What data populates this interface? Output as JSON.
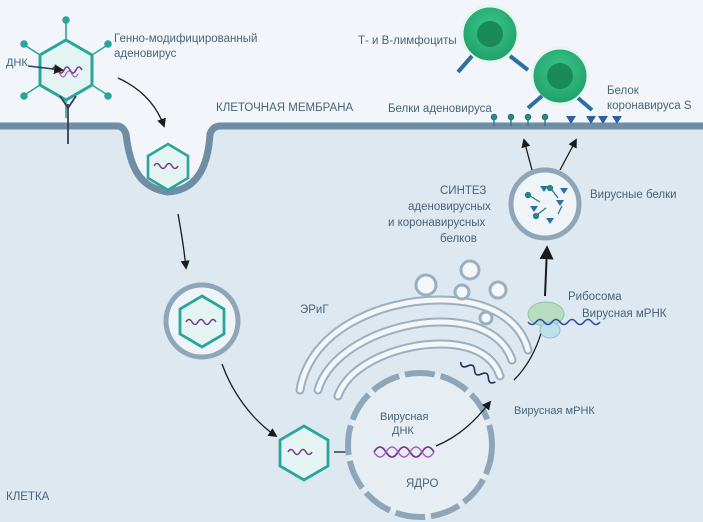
{
  "labels": {
    "adenovirus": [
      "Генно-модифицированный",
      "аденовирус"
    ],
    "dna": "ДНК",
    "lymphocytes": "Т- и В-лимфоциты",
    "membrane": "КЛЕТОЧНАЯ МЕМБРАНА",
    "adeno_proteins": "Белки аденовируса",
    "corona_protein": [
      "Белок",
      "коронавируса S"
    ],
    "synthesis": [
      "СИНТЕЗ",
      "аденовирусных",
      "и коронавирусных",
      "белков"
    ],
    "viral_proteins": "Вирусные белки",
    "er": "ЭРиГ",
    "ribosome": "Рибосома",
    "viral_mrna_1": "Вирусная мРНК",
    "viral_mrna_2": "Вирусная мРНК",
    "viral_dna": [
      "Вирусная",
      "ДНК"
    ],
    "nucleus": "ЯДРО",
    "cell": "КЛЕТКА"
  },
  "colors": {
    "cell_fill": "#dde8f1",
    "membrane": "#6f8ea5",
    "capsid": "#2aa59a",
    "lymphocyte": "#2bb37a",
    "receptor": "#2c6fa8",
    "dna": "#7a3a8c",
    "label": "#4a6478"
  }
}
